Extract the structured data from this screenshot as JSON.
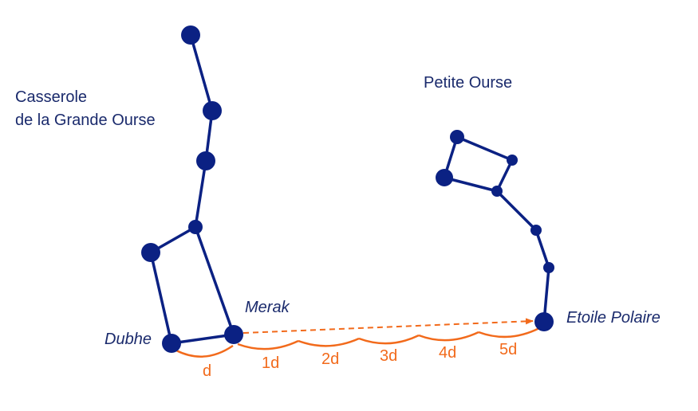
{
  "colors": {
    "star": "#0b2183",
    "line": "#0b2183",
    "guide": "#f26a1b",
    "text": "#1a2a6c"
  },
  "labels": {
    "grande_ourse_line1": "Casserole",
    "grande_ourse_line2": "de la Grande Ourse",
    "petite_ourse": "Petite Ourse",
    "merak": "Merak",
    "dubhe": "Dubhe",
    "etoile_polaire": "Etoile Polaire"
  },
  "distances": [
    "d",
    "1d",
    "2d",
    "3d",
    "4d",
    "5d"
  ]
}
